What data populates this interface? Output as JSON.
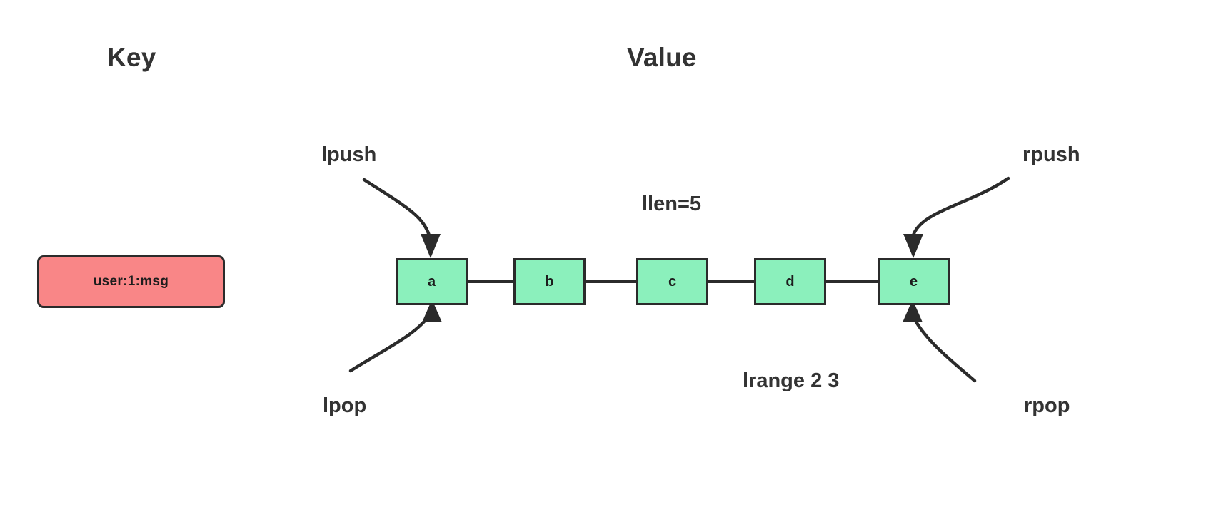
{
  "headers": {
    "key": "Key",
    "value": "Value"
  },
  "key_entry": {
    "name": "user:1:msg",
    "fill": "#F98687",
    "stroke": "#2b2b2b"
  },
  "list": {
    "fill": "#8BF0BC",
    "stroke": "#2b2b2b",
    "nodes": [
      {
        "value": "a"
      },
      {
        "value": "b"
      },
      {
        "value": "c"
      },
      {
        "value": "d"
      },
      {
        "value": "e"
      }
    ]
  },
  "operations": {
    "lpush": "lpush",
    "rpush": "rpush",
    "lpop": "lpop",
    "rpop": "rpop",
    "llen": "llen=5",
    "lrange": "lrange 2 3"
  },
  "colors": {
    "text": "#333333",
    "background": "#ffffff",
    "edge": "#2b2b2b"
  }
}
